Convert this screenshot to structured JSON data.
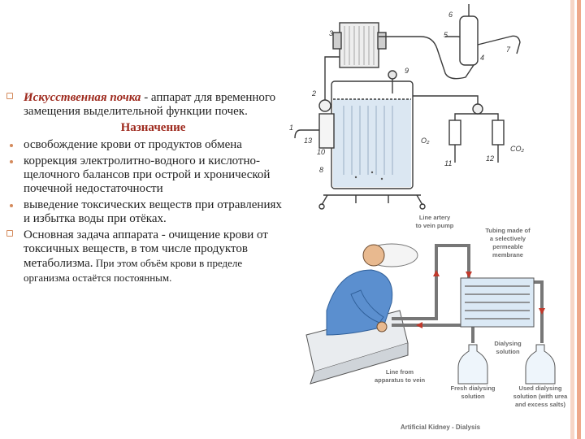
{
  "text": {
    "intro_term": "Искусственная почка",
    "intro_rest": " - аппарат для временного замещения выделительной функции почек.",
    "heading": "Назначение",
    "bullets": [
      "освобождение крови от продуктов обмена",
      "коррекция электролитно-водного и кислотно-щелочного балансов при острой и хронической почечной недостаточности",
      "выведение токсических веществ при отравлениях и избытка воды при отёках."
    ],
    "summary_main": "Основная задача аппарата - очищение крови от токсичных веществ, в том числе продуктов метаболизма.",
    "summary_small": " При этом объём крови в пределе организма остаётся постоянным."
  },
  "top_diagram": {
    "numbers": [
      "1",
      "2",
      "3",
      "4",
      "5",
      "6",
      "7",
      "8",
      "9",
      "10",
      "11",
      "12",
      "13"
    ],
    "gas_o2": "O₂",
    "gas_co2": "CO₂"
  },
  "bottom_diagram": {
    "labels": {
      "line_artery": [
        "Line artery",
        "to vein pump"
      ],
      "tubing": [
        "Tubing made of",
        "a selectively",
        "permeable",
        "membrane"
      ],
      "dialysing": [
        "Dialysing",
        "solution"
      ],
      "line_from": [
        "Line from",
        "apparatus to vein"
      ],
      "fresh": [
        "Fresh dialysing",
        "solution"
      ],
      "used": [
        "Used dialysing",
        "solution (with urea",
        "and excess salts)"
      ],
      "caption": "Artificial Kidney - Dialysis"
    }
  },
  "colors": {
    "accent_text": "#9e2a1e",
    "bullet": "#d48a5c",
    "stripe_outer": "#f3c6ae",
    "stripe_inner": "#e8997a",
    "diagram_label": "#6b6b6b",
    "patient_blue": "#5b8fcf",
    "arrow_red": "#c0392b"
  }
}
